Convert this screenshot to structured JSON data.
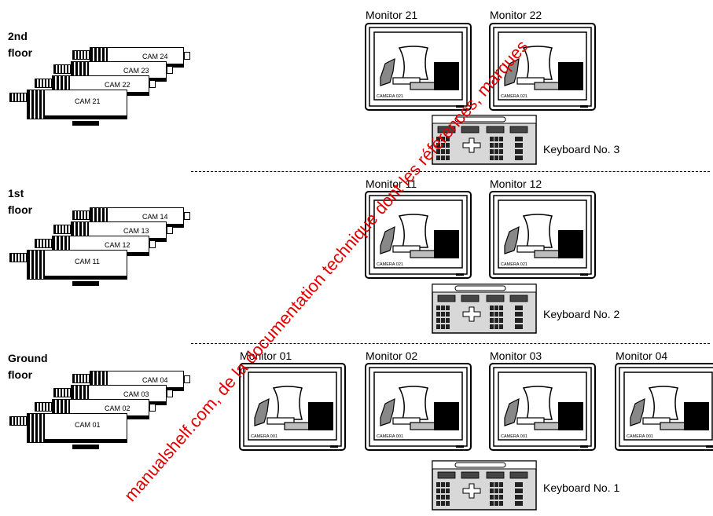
{
  "floors": [
    {
      "label": "2nd floor",
      "cams": [
        "CAM 24",
        "CAM 23",
        "CAM 22",
        "CAM 21"
      ]
    },
    {
      "label": "1st floor",
      "cams": [
        "CAM 14",
        "CAM 13",
        "CAM 12",
        "CAM 11"
      ]
    },
    {
      "label": "Ground floor",
      "cams": [
        "CAM 04",
        "CAM 03",
        "CAM 02",
        "CAM 01"
      ]
    }
  ],
  "monitors": {
    "second": [
      {
        "label": "Monitor 21",
        "screen_text": "CAMERA 021"
      },
      {
        "label": "Monitor 22",
        "screen_text": "CAMERA 021"
      }
    ],
    "first": [
      {
        "label": "Monitor 11",
        "screen_text": "CAMERA 021"
      },
      {
        "label": "Monitor 12",
        "screen_text": "CAMERA 021"
      }
    ],
    "ground": [
      {
        "label": "Monitor 01",
        "screen_text": "CAMERA 001"
      },
      {
        "label": "Monitor 02",
        "screen_text": "CAMERA 001"
      },
      {
        "label": "Monitor 03",
        "screen_text": "CAMERA 001"
      },
      {
        "label": "Monitor 04",
        "screen_text": "CAMERA 001"
      }
    ]
  },
  "keyboards": [
    "Keyboard No. 3",
    "Keyboard No. 2",
    "Keyboard No. 1"
  ],
  "watermark": "manualshelf.com, de la documentation technique dont les références, marques",
  "colors": {
    "watermark": "#e00000",
    "ink": "#000000",
    "screen_gray": "#bdbdbd"
  }
}
